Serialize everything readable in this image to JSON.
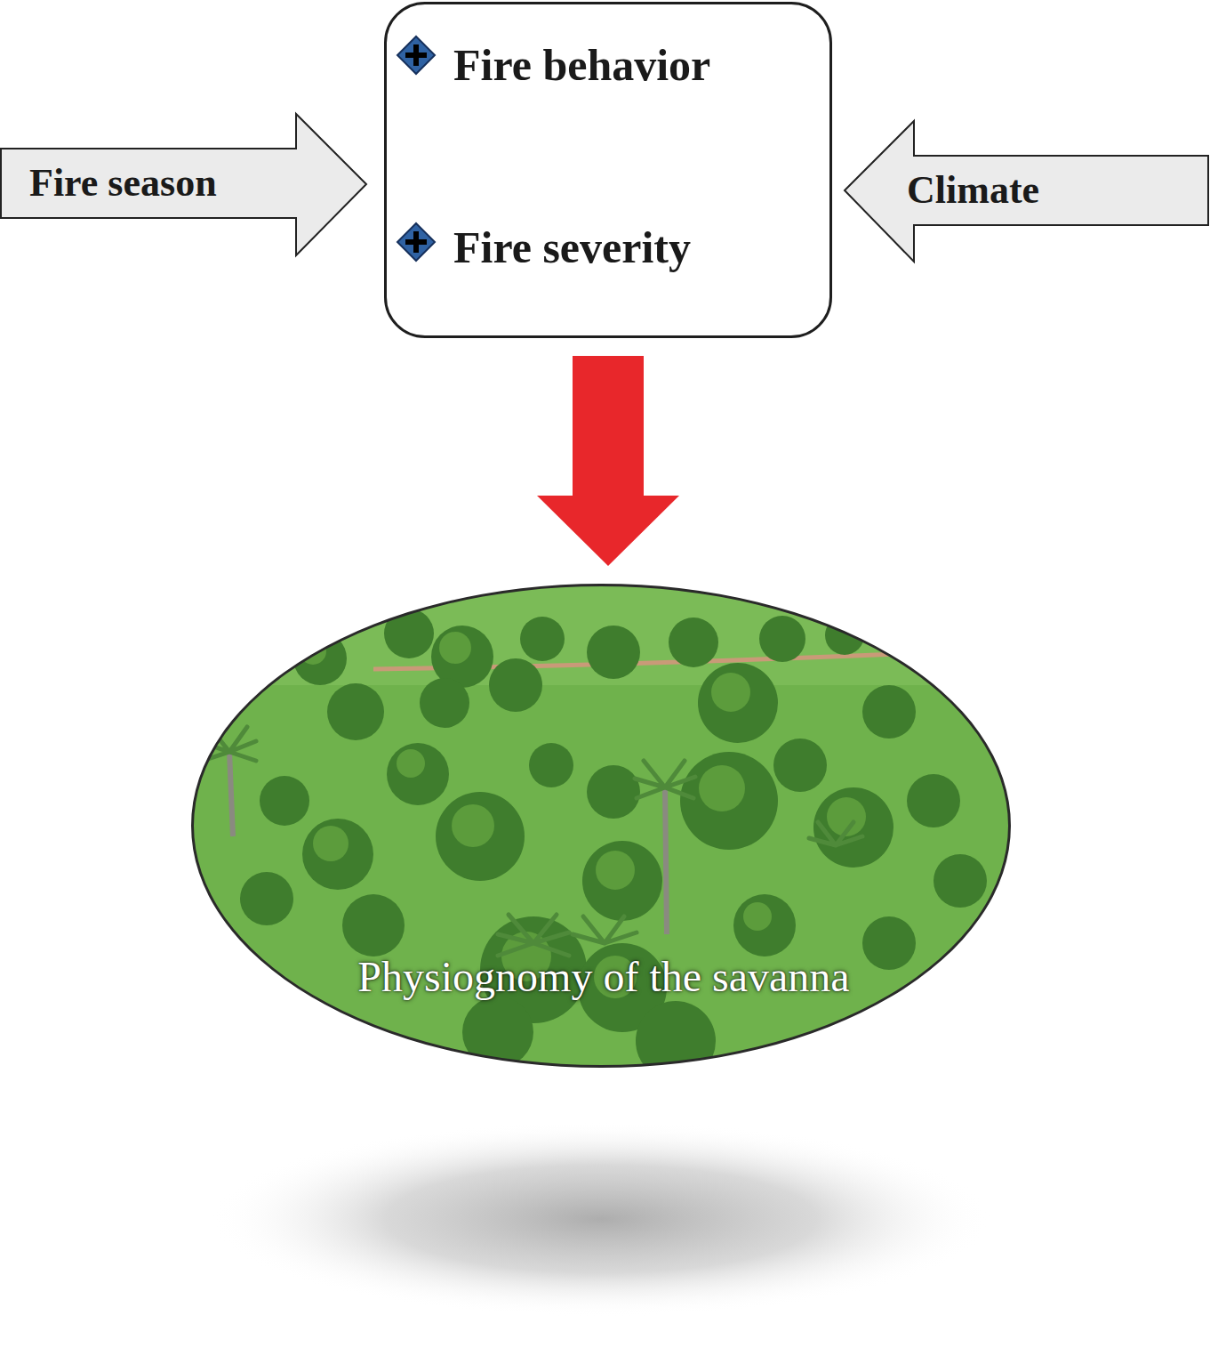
{
  "diagram": {
    "nodes": [
      {
        "text": [
          "Fire season"
        ]
      },
      {
        "text": [
          "Fire behavior",
          "Fire severity"
        ]
      },
      {
        "text": [
          "Climate"
        ]
      },
      {
        "text": [
          "Physiognomy of the savanna"
        ]
      }
    ],
    "edges": [
      {
        "from": 1,
        "to": 3,
        "arrow": "to"
      }
    ]
  }
}
